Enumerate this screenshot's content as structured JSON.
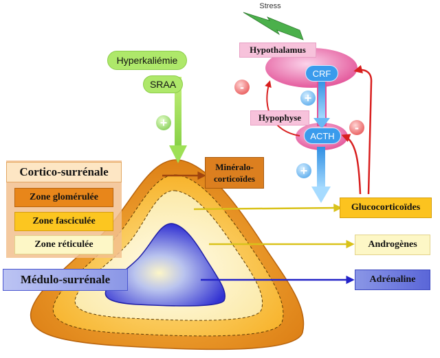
{
  "stress": "Stress",
  "hypothalamus": "Hypothalamus",
  "crf": "CRF",
  "hypophyse": "Hypophyse",
  "acth": "ACTH",
  "hyperkaliemie": "Hyperkaliémie",
  "sraa": "SRAA",
  "plus": "+",
  "minus": "-",
  "cortico": "Cortico-surrénale",
  "zone_glomerulee": "Zone glomérulée",
  "zone_fasciculee": "Zone fasciculée",
  "zone_reticulee": "Zone réticulée",
  "medulo": "Médulo-surrénale",
  "mineralo_line1": "Minéralo-",
  "mineralo_line2": "corticoïdes",
  "glucocorticoides": "Glucocorticoïdes",
  "androgenes": "Androgènes",
  "adrenaline": "Adrénaline",
  "colors": {
    "cortex_outer": "#e8921a",
    "cortex_mid": "#fbbf2a",
    "cortex_inner": "#fdf4c0",
    "medulla": "#3c3cd6",
    "hypothalamus": "#e7539c",
    "crf_acth": "#4aa9ef",
    "hyper_green": "#aee86a",
    "negative": "#e23b3b",
    "feedback_arrow": "#d81e1e"
  }
}
